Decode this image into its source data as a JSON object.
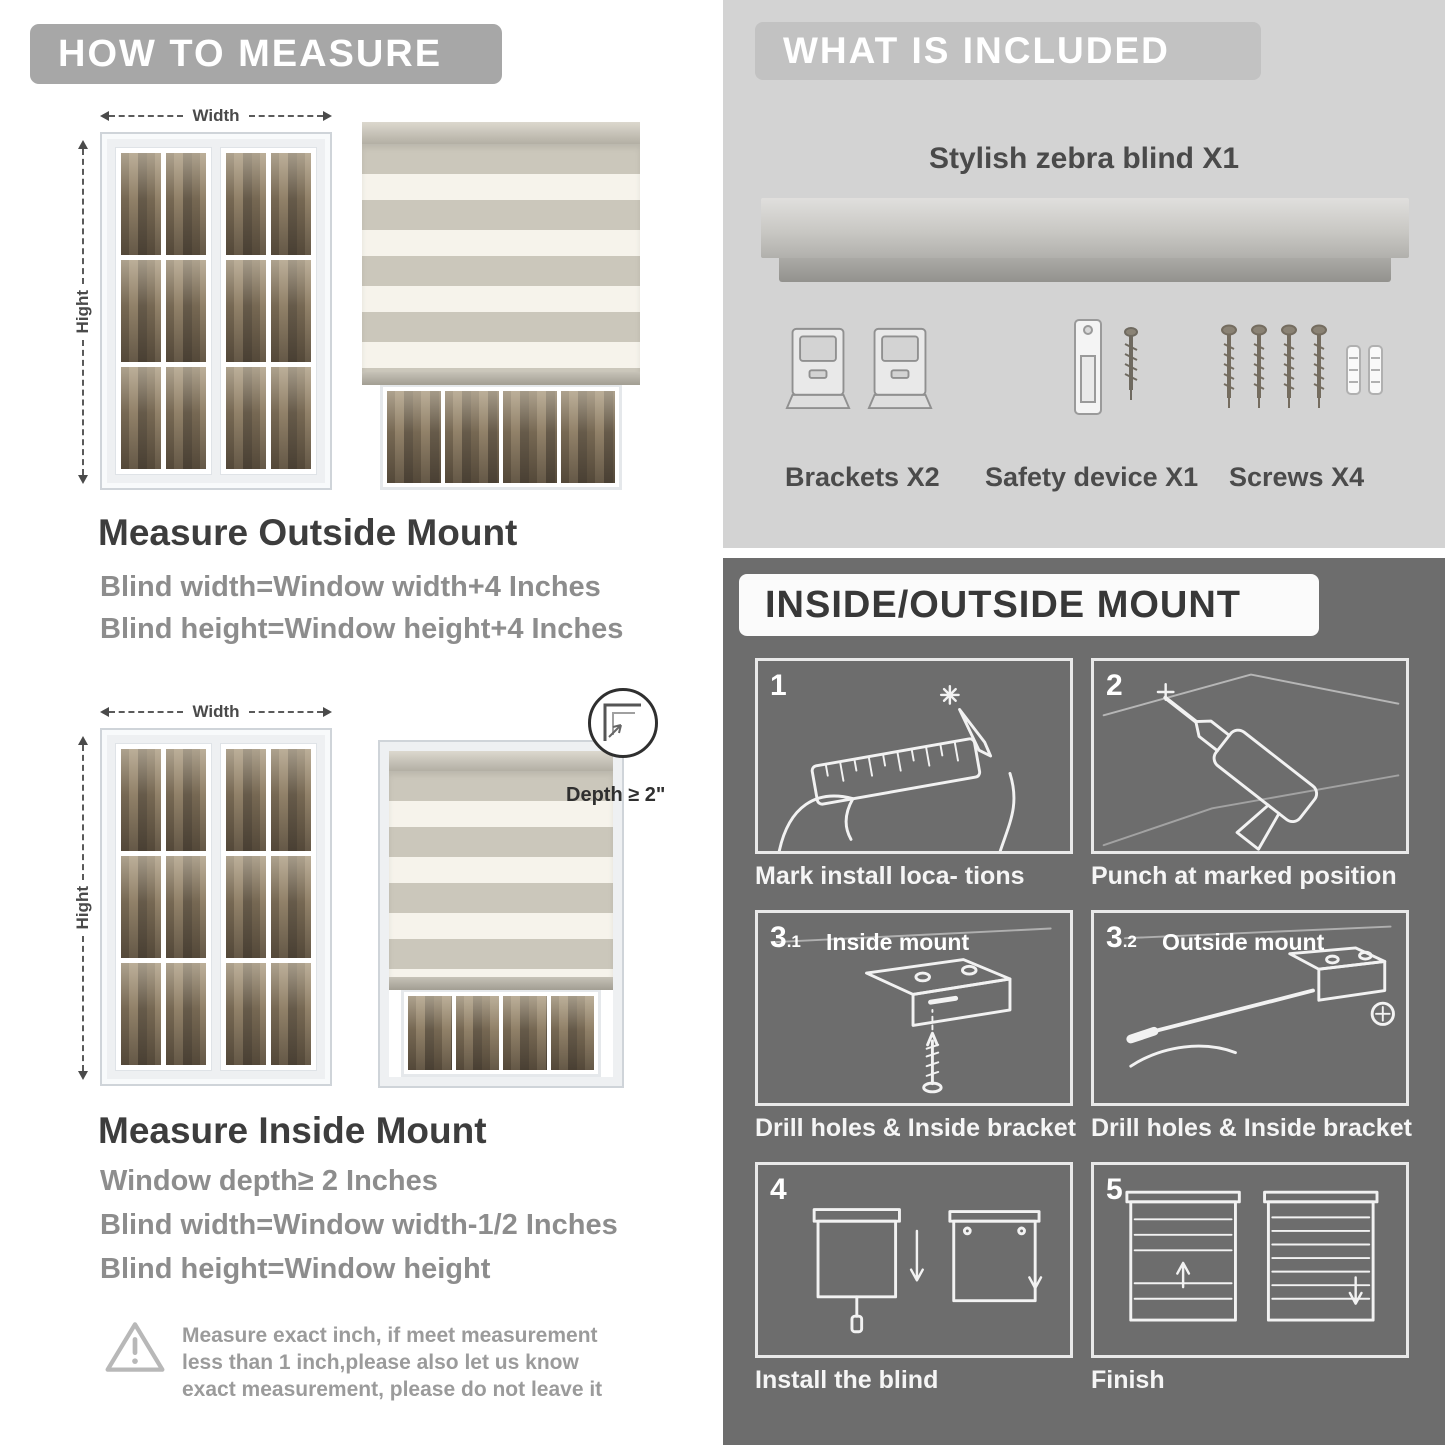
{
  "left": {
    "banner": "HOW TO MEASURE",
    "outside": {
      "width_label": "Width",
      "height_label": "Hight",
      "heading": "Measure Outside Mount",
      "line1": "Blind width=Window width+4 Inches",
      "line2": "Blind height=Window height+4 Inches"
    },
    "inside": {
      "width_label": "Width",
      "height_label": "Hight",
      "depth_label": "Depth ≥ 2\"",
      "heading": "Measure Inside Mount",
      "line1": "Window depth≥ 2 Inches",
      "line2": "Blind width=Window width-1/2 Inches",
      "line3": "Blind height=Window height"
    },
    "note": "Measure exact inch, if meet measurement less than 1 inch,please also let us know exact measurement, please do not leave it"
  },
  "right": {
    "included": {
      "banner": "WHAT IS INCLUDED",
      "blind_label": "Stylish zebra blind X1",
      "items": [
        {
          "label": "Brackets X2"
        },
        {
          "label": "Safety device X1"
        },
        {
          "label": "Screws X4"
        }
      ]
    },
    "mount": {
      "banner": "INSIDE/OUTSIDE MOUNT",
      "steps": [
        {
          "num": "1",
          "sub": "",
          "title": "",
          "caption": "Mark install loca- tions"
        },
        {
          "num": "2",
          "sub": "",
          "title": "",
          "caption": "Punch at  marked position"
        },
        {
          "num": "3",
          "sub": ".1",
          "title": "Inside mount",
          "caption": "Drill holes &  Inside bracket"
        },
        {
          "num": "3",
          "sub": ".2",
          "title": "Outside mount",
          "caption": "Drill holes &  Inside bracket"
        },
        {
          "num": "4",
          "sub": "",
          "title": "",
          "caption": "Install the blind"
        },
        {
          "num": "5",
          "sub": "",
          "title": "",
          "caption": "Finish"
        }
      ]
    }
  },
  "colors": {
    "left_banner_bg": "#a7a7a7",
    "right_top_bg": "#d3d3d3",
    "right_bottom_bg": "#6d6d6d",
    "heading_text": "#3d3d3d",
    "body_text": "#8d8d8d"
  }
}
